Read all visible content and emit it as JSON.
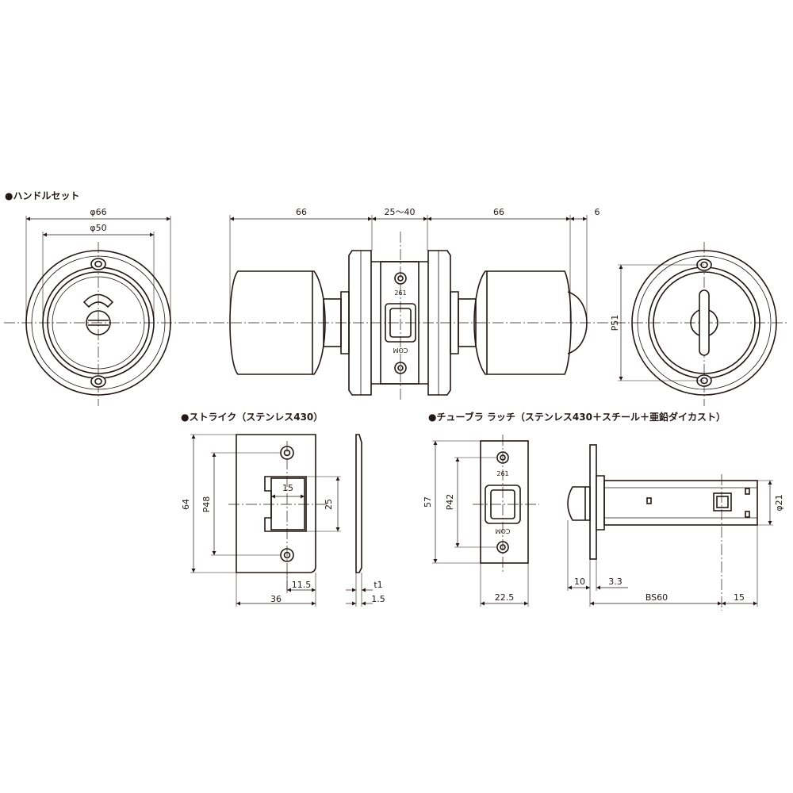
{
  "sections": {
    "handle_set": "●ハンドルセット",
    "strike": "●ストライク（ステンレス430）",
    "latch": "●チューブラ ラッチ（ステンレス430＋スチール＋亜鉛ダイカスト）"
  },
  "handle_dims": {
    "phi66": "φ66",
    "phi50": "φ50",
    "len66_left": "66",
    "door_range": "25～40",
    "len66_right": "66",
    "six": "6",
    "p51": "P51"
  },
  "strike_dims": {
    "h64": "64",
    "p48": "P48",
    "w15": "15",
    "h25": "25",
    "d11_5": "11.5",
    "w36": "36",
    "t1": "t1",
    "d1_5": "1.5"
  },
  "latch_dims": {
    "h57": "57",
    "p42": "P42",
    "w22_5": "22.5",
    "d10": "10",
    "d3_3": "3.3",
    "bs60": "BS60",
    "d15": "15",
    "phi21": "φ21"
  },
  "stamps": {
    "code": "261",
    "com": "COM"
  }
}
